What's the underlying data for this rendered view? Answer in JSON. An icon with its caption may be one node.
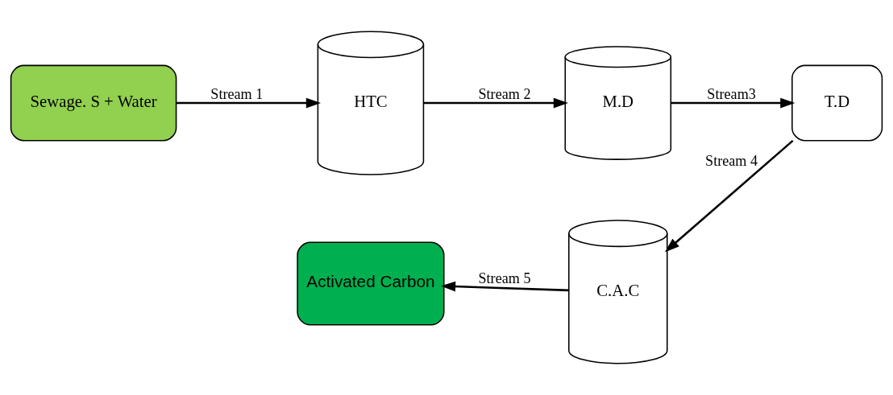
{
  "diagram": {
    "nodes": [
      {
        "text": [
          "Sewage. S + Water"
        ]
      },
      {
        "text": [
          "HTC"
        ]
      },
      {
        "text": [
          "M.D"
        ]
      },
      {
        "text": [
          "T.D"
        ]
      },
      {
        "text": [
          "C.A.C"
        ]
      },
      {
        "text": [
          "Activated Carbon"
        ]
      }
    ],
    "edges": [
      {
        "from": 0,
        "to": 1,
        "arrow": "to",
        "label": "Stream 1"
      },
      {
        "from": 1,
        "to": 2,
        "arrow": "to",
        "label": "Stream 2"
      },
      {
        "from": 2,
        "to": 3,
        "arrow": "to",
        "label": "Stream3"
      },
      {
        "from": 3,
        "to": 4,
        "arrow": "to",
        "label": "Stream 4"
      },
      {
        "from": 4,
        "to": 5,
        "arrow": "to",
        "label": "Stream 5"
      }
    ]
  }
}
